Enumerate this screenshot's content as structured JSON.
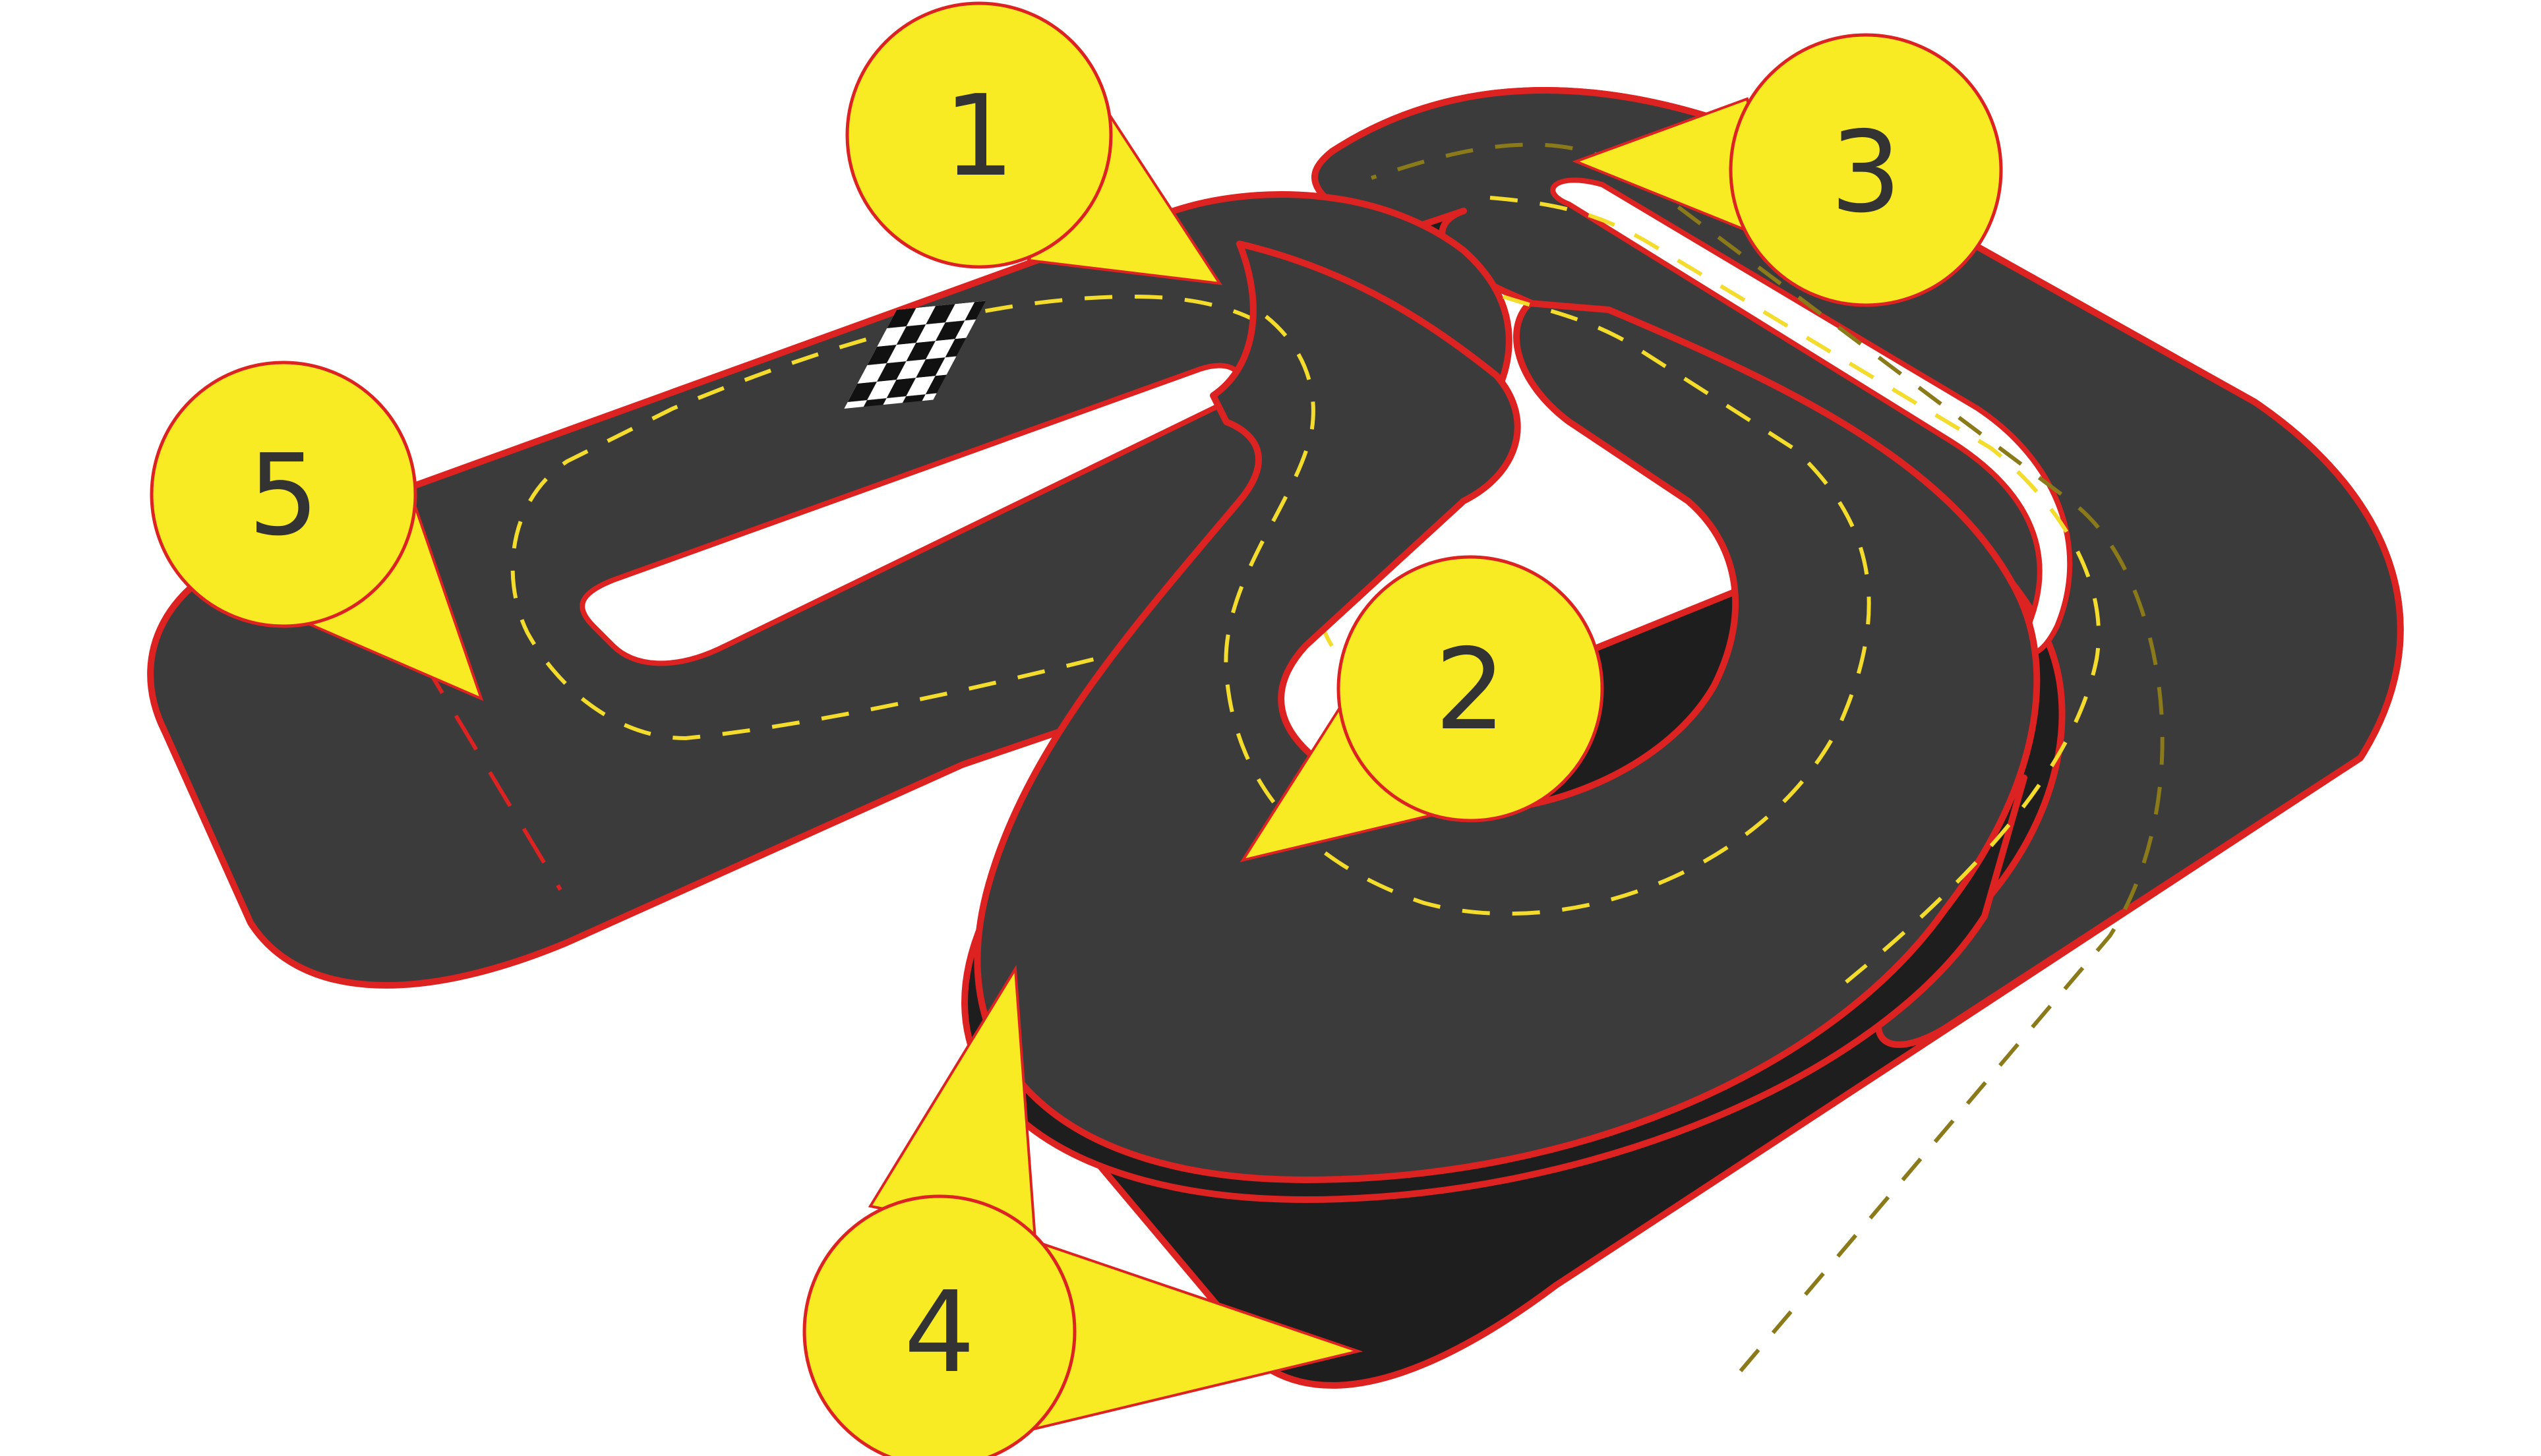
{
  "diagram": {
    "callouts": [
      {
        "id": "1",
        "label": "1"
      },
      {
        "id": "2",
        "label": "2"
      },
      {
        "id": "3",
        "label": "3"
      },
      {
        "id": "4",
        "label": "4"
      },
      {
        "id": "5",
        "label": "5"
      }
    ],
    "colors": {
      "asphalt": "#3b3b3b",
      "asphalt_shadow": "#1e1e1e",
      "edge": "#dd2222",
      "lane_marking": "#f3dc2c",
      "callout_fill": "#f9eb23",
      "callout_text": "#333333"
    },
    "icons": [
      "checkered-flag-icon"
    ]
  }
}
